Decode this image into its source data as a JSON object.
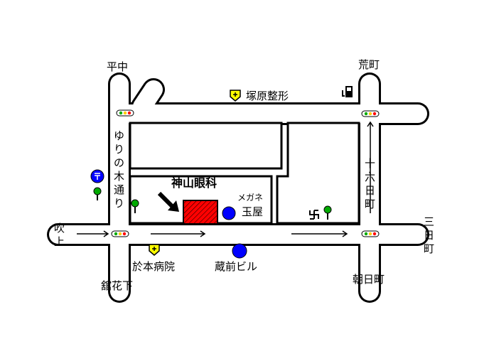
{
  "map": {
    "intersections": {
      "top_left": "平中",
      "top_right": "荒町",
      "left": [
        "吹",
        "上"
      ],
      "bottom_left": "舘花下",
      "bottom_right": "朝日町",
      "right": [
        "三",
        "日",
        "町"
      ]
    },
    "streets": {
      "vertical_left": [
        "ゆ",
        "り",
        "の",
        "木",
        "通",
        "り"
      ],
      "vertical_right": [
        "十",
        "六",
        "日",
        "町"
      ]
    },
    "landmarks": {
      "clinic": "神山眼科",
      "glasses_small": "メガネ",
      "glasses": "玉屋",
      "ortho": "塚原整形",
      "hospital": "於本病院",
      "building": "蔵前ビル"
    },
    "colors": {
      "clinic_fill": "#ff0000",
      "marker_blue": "#0000ff",
      "tree_green": "#00aa00",
      "hospital_yellow": "#ffff00",
      "road_fill": "#ffffff",
      "road_outline": "#000000"
    }
  }
}
